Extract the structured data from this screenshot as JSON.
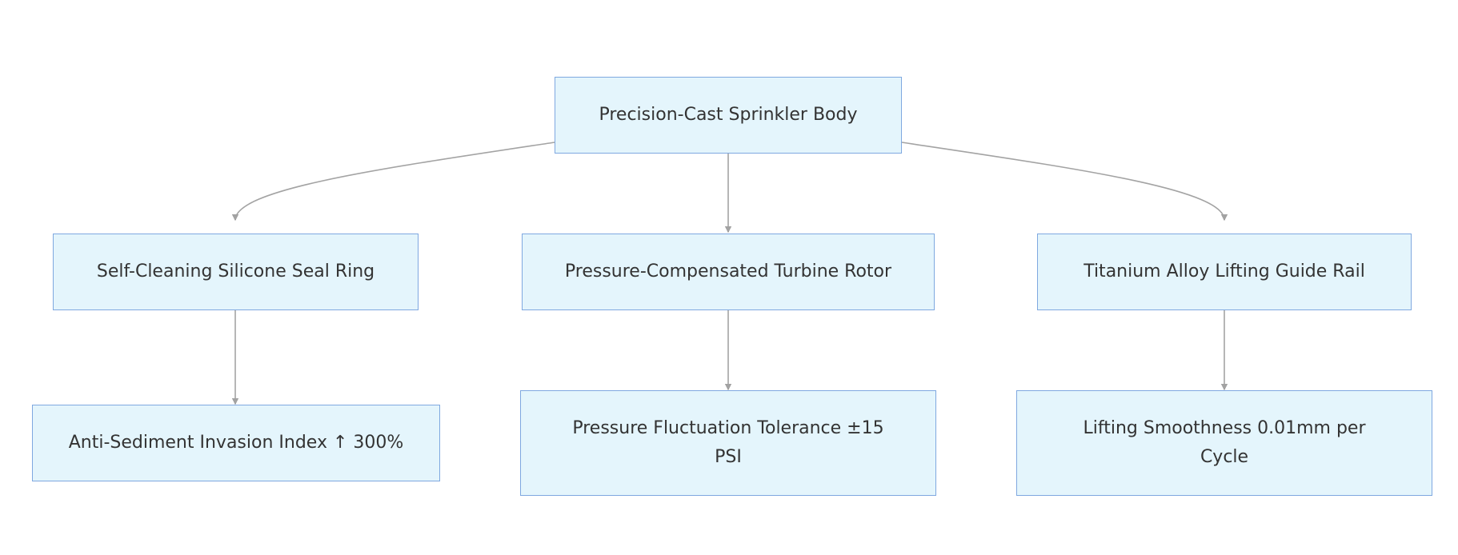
{
  "diagram": {
    "type": "flowchart",
    "colors": {
      "node_fill": "#e4f5fc",
      "node_border": "#7fa8e0",
      "edge": "#a3a3a3",
      "text": "#333333"
    },
    "nodes": {
      "body": {
        "label": "Precision-Cast Sprinkler Body"
      },
      "seal": {
        "label": "Self-Cleaning Silicone Seal Ring"
      },
      "rotor": {
        "label": "Pressure-Compensated Turbine Rotor"
      },
      "rail": {
        "label": "Titanium Alloy Lifting Guide Rail"
      },
      "sediment": {
        "label": "Anti-Sediment Invasion Index ↑ 300%"
      },
      "pressure": {
        "label": "Pressure Fluctuation Tolerance ±15 PSI"
      },
      "smooth": {
        "label": "Lifting Smoothness 0.01mm per Cycle"
      }
    },
    "edges": [
      {
        "from": "body",
        "to": "seal"
      },
      {
        "from": "body",
        "to": "rotor"
      },
      {
        "from": "body",
        "to": "rail"
      },
      {
        "from": "seal",
        "to": "sediment"
      },
      {
        "from": "rotor",
        "to": "pressure"
      },
      {
        "from": "rail",
        "to": "smooth"
      }
    ]
  }
}
